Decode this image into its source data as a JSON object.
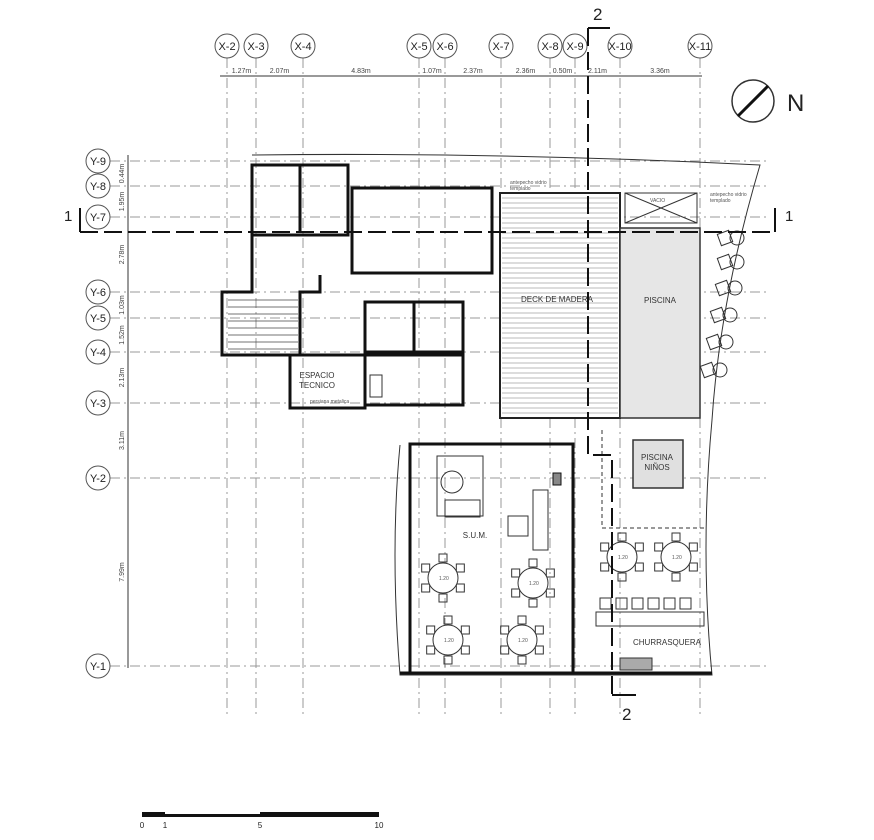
{
  "axes_x": [
    {
      "label": "X-2"
    },
    {
      "label": "X-3"
    },
    {
      "label": "X-4"
    },
    {
      "label": "X-5"
    },
    {
      "label": "X-6"
    },
    {
      "label": "X-7"
    },
    {
      "label": "X-8"
    },
    {
      "label": "X-9"
    },
    {
      "label": "X-10"
    },
    {
      "label": "X-11"
    }
  ],
  "dims_x": [
    "1.27m",
    "2.07m",
    "4.83m",
    "1.07m",
    "2.37m",
    "2.36m",
    "0.50m",
    "2.11m",
    "3.36m"
  ],
  "axes_y": [
    {
      "label": "Y-9"
    },
    {
      "label": "Y-8"
    },
    {
      "label": "Y-7"
    },
    {
      "label": "Y-6"
    },
    {
      "label": "Y-5"
    },
    {
      "label": "Y-4"
    },
    {
      "label": "Y-3"
    },
    {
      "label": "Y-2"
    },
    {
      "label": "Y-1"
    }
  ],
  "dims_y": [
    "0.44m",
    "1.95m",
    "2.78m",
    "1.03m",
    "1.52m",
    "2.13m",
    "3.11m",
    "7.99m"
  ],
  "sections": {
    "s1": "1",
    "s2": "2"
  },
  "north": "N",
  "rooms": {
    "deck": "DECK DE MADERA",
    "pool": "PISCINA",
    "kids_pool": [
      "PISCINA",
      "NIÑOS"
    ],
    "tech": [
      "ESPACIO",
      "TECNICO"
    ],
    "blind": "persiana metalica",
    "sum": "S.U.M.",
    "grill": "CHURRASQUERA",
    "void": "VACIO"
  },
  "notes": {
    "glass": "antepecho vidrio",
    "tempered": "templado"
  },
  "tables": [
    {
      "size": "1.20"
    },
    {
      "size": "1.20"
    },
    {
      "size": "1.20"
    },
    {
      "size": "1.20"
    },
    {
      "size": "1.20"
    },
    {
      "size": "1.20"
    }
  ],
  "scale_bar": {
    "ticks": [
      "0",
      "1",
      "5",
      "10"
    ]
  }
}
